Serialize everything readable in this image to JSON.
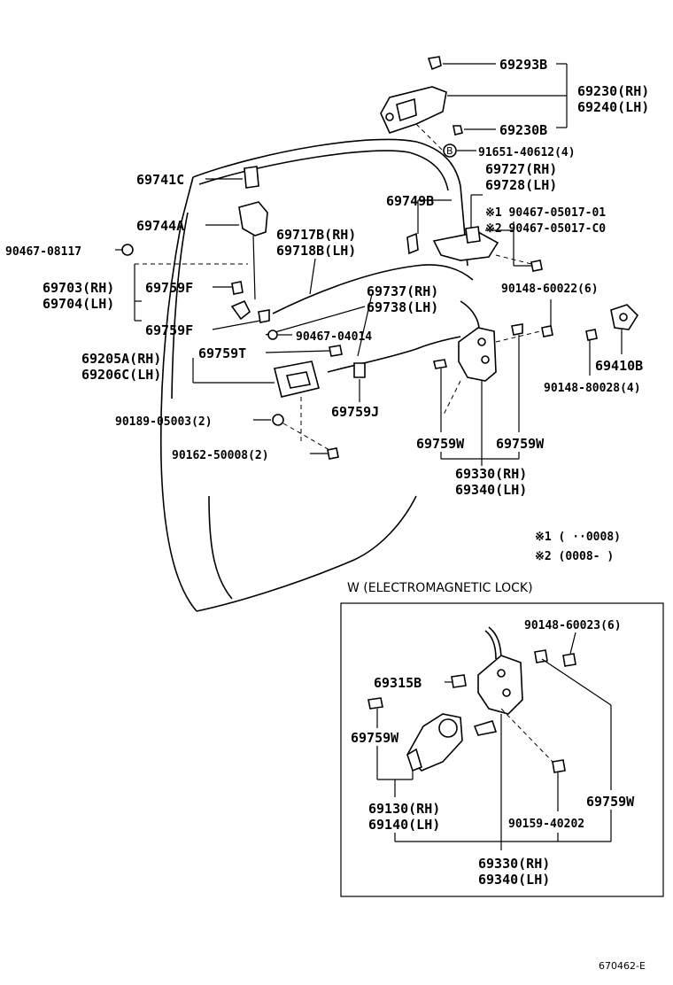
{
  "labels": {
    "p69293B": "69293B",
    "p69230RH": "69230(RH)",
    "p69240LH": "69240(LH)",
    "p69230B": "69230B",
    "p91651": "91651-40612(4)",
    "p69727RH": "69727(RH)",
    "p69728LH": "69728(LH)",
    "p69741C": "69741C",
    "p69749B": "69749B",
    "p90467_05017_01": "※1 90467-05017-01",
    "p90467_05017_C0": "※2 90467-05017-C0",
    "p69744A": "69744A",
    "p69717B": "69717B(RH)",
    "p69718B": "69718B(LH)",
    "p90467_08117": "90467-08117",
    "p69703": "69703(RH)",
    "p69704": "69704(LH)",
    "p69759F_a": "69759F",
    "p69759F_b": "69759F",
    "p69737": "69737(RH)",
    "p69738": "69738(LH)",
    "p90148_60022": "90148-60022(6)",
    "p90467_04014": "90467-04014",
    "p69759T": "69759T",
    "p69205A": "69205A(RH)",
    "p69206C": "69206C(LH)",
    "p69410B": "69410B",
    "p90148_80028": "90148-80028(4)",
    "p69759J": "69759J",
    "p90189": "90189-05003(2)",
    "p69759W_a": "69759W",
    "p69759W_b": "69759W",
    "p90162": "90162-50008(2)",
    "p69330RH_a": "69330(RH)",
    "p69340LH_a": "69340(LH)",
    "note1": "※1 (    ··0008)",
    "note2": "※2 (0008-      )",
    "inset_title": "W (ELECTROMAGNETIC LOCK)",
    "p90148_60023": "90148-60023(6)",
    "p69315B": "69315B",
    "p69759W_c": "69759W",
    "p69759W_d": "69759W",
    "p69130": "69130(RH)",
    "p69140": "69140(LH)",
    "p90159": "90159-40202",
    "p69330RH_b": "69330(RH)",
    "p69340LH_b": "69340(LH)",
    "code": "670462-E"
  }
}
